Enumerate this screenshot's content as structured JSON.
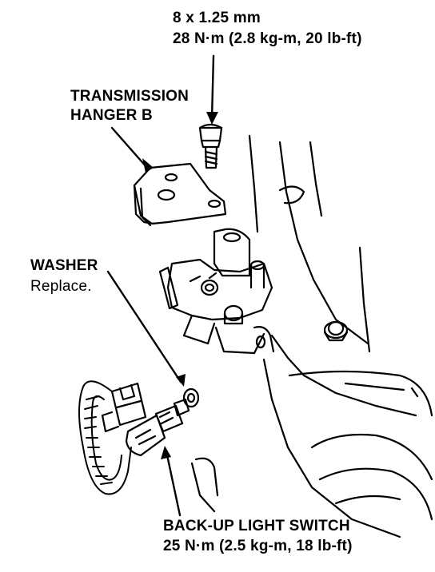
{
  "labels": {
    "bolt_size": "8 x 1.25 mm",
    "bolt_torque": "28 N·m (2.8 kg-m, 20 lb-ft)",
    "hanger_line1": "TRANSMISSION",
    "hanger_line2": "HANGER B",
    "washer": "WASHER",
    "washer_note": "Replace.",
    "switch_name": "BACK-UP LIGHT SWITCH",
    "switch_torque": "25 N·m (2.5 kg-m, 18 lb-ft)"
  }
}
